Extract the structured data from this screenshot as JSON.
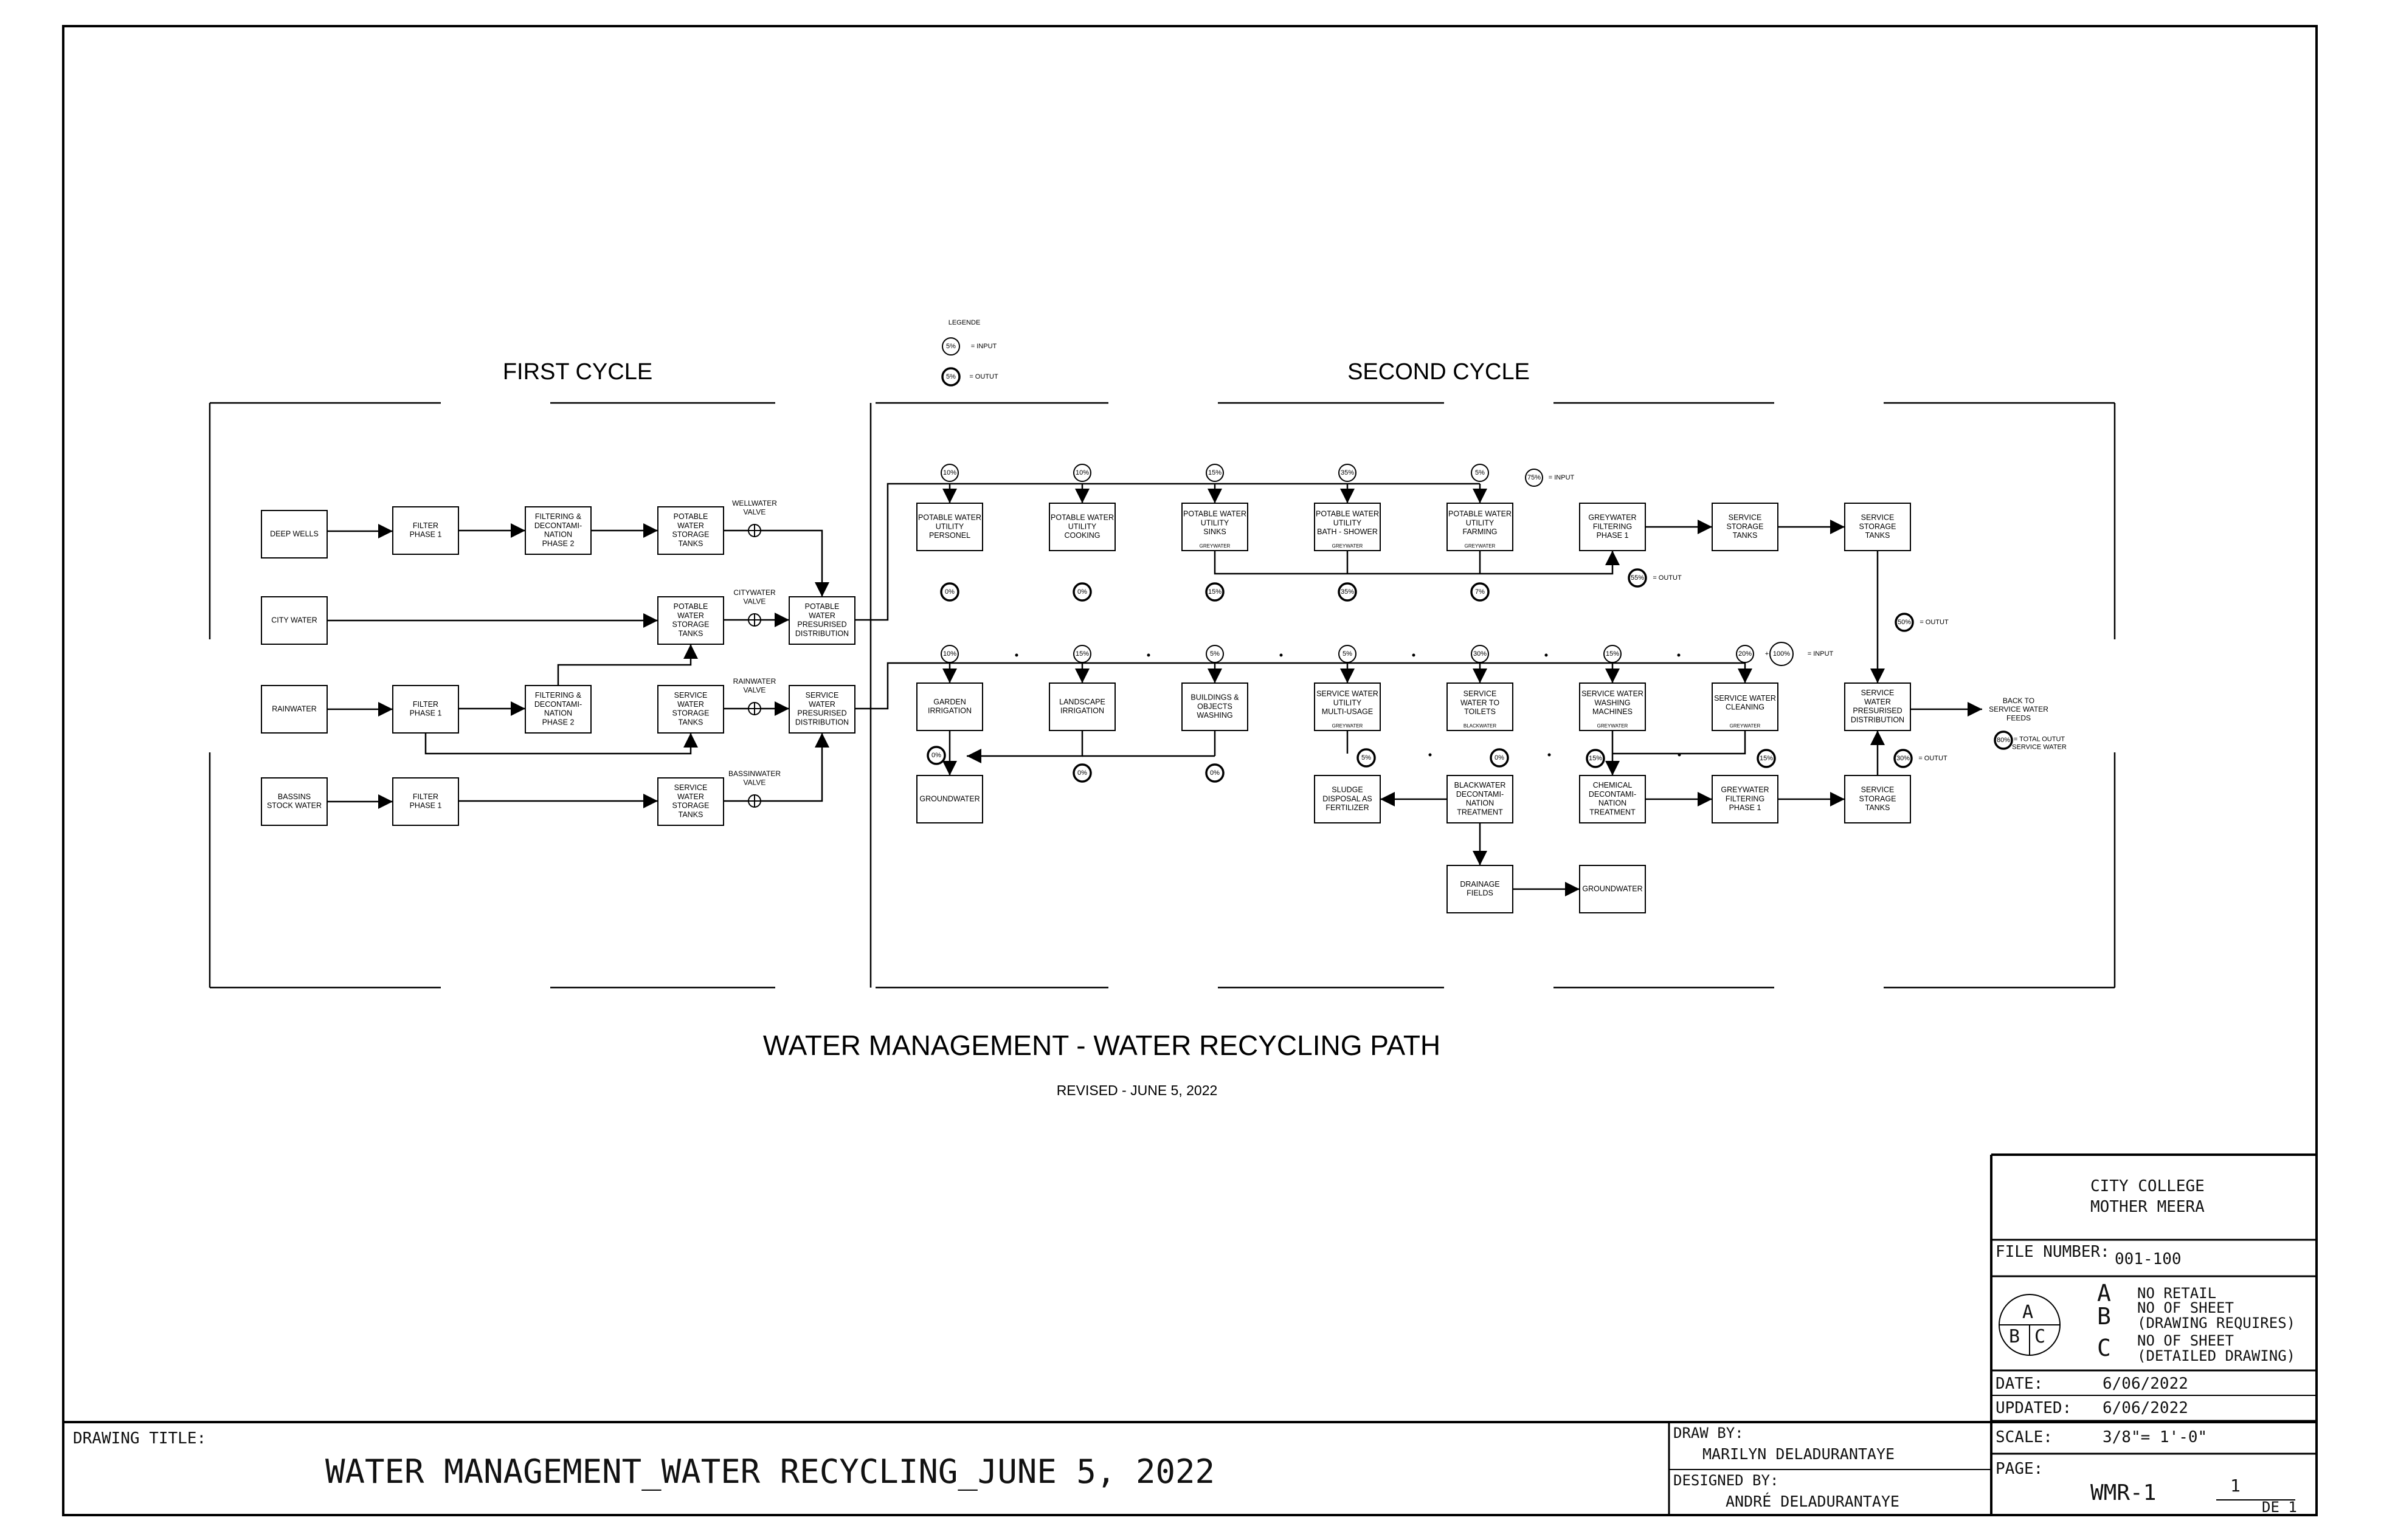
{
  "sheet": {
    "cycle_first": "FIRST CYCLE",
    "cycle_second": "SECOND CYCLE",
    "title": "WATER MANAGEMENT - WATER RECYCLING PATH",
    "revised": "REVISED - JUNE 5, 2022"
  },
  "legend": {
    "title": "LEGENDE",
    "input_pct": "5%",
    "input_label": "= INPUT",
    "output_pct": "5%",
    "output_label": "= OUTUT"
  },
  "boxes": [
    {
      "id": "deep-wells",
      "lines": [
        "DEEP WELLS"
      ]
    },
    {
      "id": "filter-phase1-a",
      "lines": [
        "FILTER",
        "PHASE 1"
      ]
    },
    {
      "id": "filtering-decont-a",
      "lines": [
        "FILTERING &",
        "DECONTAMI-",
        "NATION",
        "PHASE 2"
      ]
    },
    {
      "id": "potable-storage-a",
      "lines": [
        "POTABLE",
        "WATER",
        "STORAGE",
        "TANKS"
      ]
    },
    {
      "id": "city-water",
      "lines": [
        "CITY WATER"
      ]
    },
    {
      "id": "potable-storage-b",
      "lines": [
        "POTABLE",
        "WATER",
        "STORAGE",
        "TANKS"
      ]
    },
    {
      "id": "potable-distribution",
      "lines": [
        "POTABLE",
        "WATER",
        "PRESURISED",
        "DISTRIBUTION"
      ]
    },
    {
      "id": "rainwater",
      "lines": [
        "RAINWATER"
      ]
    },
    {
      "id": "filter-phase1-b",
      "lines": [
        "FILTER",
        "PHASE 1"
      ]
    },
    {
      "id": "filtering-decont-b",
      "lines": [
        "FILTERING &",
        "DECONTAMI-",
        "NATION",
        "PHASE 2"
      ]
    },
    {
      "id": "service-storage-a",
      "lines": [
        "SERVICE",
        "WATER",
        "STORAGE",
        "TANKS"
      ]
    },
    {
      "id": "service-distribution-a",
      "lines": [
        "SERVICE",
        "WATER",
        "PRESURISED",
        "DISTRIBUTION"
      ]
    },
    {
      "id": "bassins",
      "lines": [
        "BASSINS",
        "STOCK WATER"
      ]
    },
    {
      "id": "filter-phase1-c",
      "lines": [
        "FILTER",
        "PHASE 1"
      ]
    },
    {
      "id": "service-storage-b",
      "lines": [
        "SERVICE",
        "WATER",
        "STORAGE",
        "TANKS"
      ]
    },
    {
      "id": "util-personel",
      "lines": [
        "POTABLE WATER",
        "UTILITY",
        "PERSONEL"
      ]
    },
    {
      "id": "util-cooking",
      "lines": [
        "POTABLE WATER",
        "UTILITY",
        "COOKING"
      ]
    },
    {
      "id": "util-sinks",
      "lines": [
        "POTABLE WATER",
        "UTILITY",
        "SINKS"
      ],
      "tag": "GREYWATER"
    },
    {
      "id": "util-bath",
      "lines": [
        "POTABLE WATER",
        "UTILITY",
        "BATH - SHOWER"
      ],
      "tag": "GREYWATER"
    },
    {
      "id": "util-farming",
      "lines": [
        "POTABLE WATER",
        "UTILITY",
        "FARMING"
      ],
      "tag": "GREYWATER"
    },
    {
      "id": "grey-filter-1",
      "lines": [
        "GREYWATER",
        "FILTERING",
        "PHASE 1"
      ]
    },
    {
      "id": "service-tanks-top-a",
      "lines": [
        "SERVICE",
        "STORAGE",
        "TANKS"
      ]
    },
    {
      "id": "service-tanks-top-b",
      "lines": [
        "SERVICE",
        "STORAGE",
        "TANKS"
      ]
    },
    {
      "id": "garden",
      "lines": [
        "GARDEN",
        "IRRIGATION"
      ]
    },
    {
      "id": "landscape",
      "lines": [
        "LANDSCAPE",
        "IRRIGATION"
      ]
    },
    {
      "id": "buildings",
      "lines": [
        "BUILDINGS &",
        "OBJECTS",
        "WASHING"
      ]
    },
    {
      "id": "service-multi",
      "lines": [
        "SERVICE WATER",
        "UTILITY",
        "MULTI-USAGE"
      ],
      "tag": "GREYWATER"
    },
    {
      "id": "toilets",
      "lines": [
        "SERVICE",
        "WATER TO",
        "TOILETS"
      ],
      "tag": "BLACKWATER"
    },
    {
      "id": "washing-machines",
      "lines": [
        "SERVICE WATER",
        "WASHING",
        "MACHINES"
      ],
      "tag": "GREYWATER"
    },
    {
      "id": "cleaning",
      "lines": [
        "SERVICE WATER",
        "CLEANING"
      ],
      "tag": "GREYWATER"
    },
    {
      "id": "service-distribution-b",
      "lines": [
        "SERVICE",
        "WATER",
        "PRESURISED",
        "DISTRIBUTION"
      ]
    },
    {
      "id": "groundwater-a",
      "lines": [
        "GROUNDWATER"
      ]
    },
    {
      "id": "sludge",
      "lines": [
        "SLUDGE",
        "DISPOSAL AS",
        "FERTILIZER"
      ]
    },
    {
      "id": "blackwater-decont",
      "lines": [
        "BLACKWATER",
        "DECONTAMI-",
        "NATION",
        "TREATMENT"
      ]
    },
    {
      "id": "chemical-decont",
      "lines": [
        "CHEMICAL",
        "DECONTAMI-",
        "NATION",
        "TREATMENT"
      ]
    },
    {
      "id": "grey-filter-2",
      "lines": [
        "GREYWATER",
        "FILTERING",
        "PHASE 1"
      ]
    },
    {
      "id": "service-tanks-bottom",
      "lines": [
        "SERVICE",
        "STORAGE",
        "TANKS"
      ]
    },
    {
      "id": "drainage",
      "lines": [
        "DRAINAGE",
        "FIELDS"
      ]
    },
    {
      "id": "groundwater-b",
      "lines": [
        "GROUNDWATER"
      ]
    }
  ],
  "valves": [
    {
      "id": "wellwater",
      "lines": [
        "WELLWATER",
        "VALVE"
      ]
    },
    {
      "id": "citywater",
      "lines": [
        "CITYWATER",
        "VALVE"
      ]
    },
    {
      "id": "rainwater",
      "lines": [
        "RAINWATER",
        "VALVE"
      ]
    },
    {
      "id": "bassinwater",
      "lines": [
        "BASSINWATER",
        "VALVE"
      ]
    }
  ],
  "markers": [
    {
      "id": "in-personel",
      "pct": "10%"
    },
    {
      "id": "in-cooking",
      "pct": "10%"
    },
    {
      "id": "in-sinks",
      "pct": "15%"
    },
    {
      "id": "in-bath",
      "pct": "35%"
    },
    {
      "id": "in-farming",
      "pct": "5%"
    },
    {
      "id": "in-total-top",
      "pct": "75%"
    },
    {
      "id": "out-personel",
      "pct": "0%"
    },
    {
      "id": "out-cooking",
      "pct": "0%"
    },
    {
      "id": "out-sinks",
      "pct": "15%"
    },
    {
      "id": "out-bath",
      "pct": "35%"
    },
    {
      "id": "out-farming",
      "pct": "7%"
    },
    {
      "id": "out-total-top",
      "pct": "55%"
    },
    {
      "id": "out-mid",
      "pct": "50%"
    },
    {
      "id": "in-garden",
      "pct": "10%"
    },
    {
      "id": "in-landscape",
      "pct": "15%"
    },
    {
      "id": "in-buildings",
      "pct": "5%"
    },
    {
      "id": "in-multi",
      "pct": "5%"
    },
    {
      "id": "in-toilets",
      "pct": "30%"
    },
    {
      "id": "in-washing",
      "pct": "15%"
    },
    {
      "id": "in-cleaning",
      "pct": "20%"
    },
    {
      "id": "in-total-bottom",
      "pct": "100%"
    },
    {
      "id": "out-garden",
      "pct": "0%"
    },
    {
      "id": "out-landscape",
      "pct": "0%"
    },
    {
      "id": "out-buildings",
      "pct": "0%"
    },
    {
      "id": "out-multi",
      "pct": "5%"
    },
    {
      "id": "out-toilets",
      "pct": "0%"
    },
    {
      "id": "out-washing",
      "pct": "15%"
    },
    {
      "id": "out-cleaning",
      "pct": "15%"
    },
    {
      "id": "out-distribution",
      "pct": "30%"
    },
    {
      "id": "out-total-service",
      "pct": "80%"
    }
  ],
  "notes": {
    "input": "= INPUT",
    "output": "= OUTUT",
    "plus": "+",
    "back_to": [
      "BACK TO",
      "SERVICE WATER",
      "FEEDS"
    ],
    "total_output": [
      "= TOTAL OUTUT",
      "SERVICE WATER"
    ]
  },
  "title_block": {
    "school_line1": "CITY COLLEGE",
    "school_line2": "MOTHER MEERA",
    "file_number_label": "FILE NUMBER:",
    "file_number": "001-100",
    "circle_a": "A",
    "circle_b": "B",
    "circle_c": "C",
    "rev_a_letter": "A",
    "rev_a_text": "NO RETAIL",
    "rev_b_letter": "B",
    "rev_b_text": [
      "NO OF SHEET",
      "(DRAWING REQUIRES)"
    ],
    "rev_c_letter": "C",
    "rev_c_text": [
      "NO OF SHEET",
      "(DETAILED DRAWING)"
    ],
    "date_label": "DATE:",
    "date": "6/06/2022",
    "updated_label": "UPDATED:",
    "updated": "6/06/2022",
    "scale_label": "SCALE:",
    "scale": "3/8\"= 1'-0\"",
    "page_label": "PAGE:",
    "page_code": "WMR-1",
    "page_num": "1",
    "page_of": "DE 1",
    "drawing_title_label": "DRAWING TITLE:",
    "drawing_title": "WATER MANAGEMENT_WATER RECYCLING_JUNE 5, 2022",
    "draw_by_label": "DRAW BY:",
    "draw_by": "MARILYN DELADURANTAYE",
    "designed_by_label": "DESIGNED BY:",
    "designed_by": "ANDRÉ DELADURANTAYE"
  }
}
